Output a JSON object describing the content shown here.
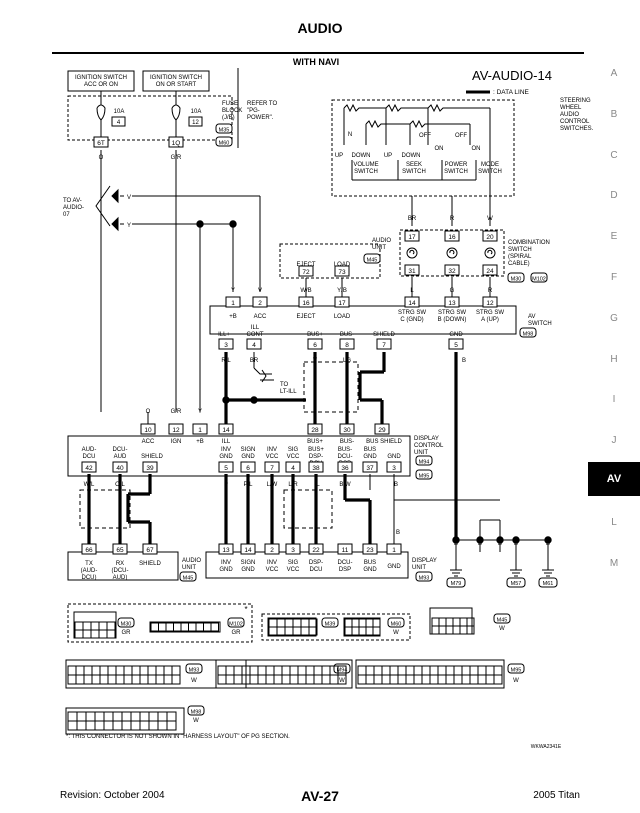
{
  "header": {
    "title": "AUDIO",
    "subtitle": "WITH NAVI",
    "diagram_id": "AV-AUDIO-14",
    "data_line_legend": ": DATA LINE"
  },
  "side_index": [
    "A",
    "B",
    "C",
    "D",
    "E",
    "F",
    "G",
    "H",
    "I",
    "J",
    "AV",
    "L",
    "M"
  ],
  "side_index_active": "AV",
  "top_left": {
    "ign_acc": [
      "IGNITION SWITCH",
      "ACC OR ON"
    ],
    "ign_on": [
      "IGNITION SWITCH",
      "ON OR START"
    ],
    "fuse_a": "10A",
    "fuse_a_num": "4",
    "fuse_b": "10A",
    "fuse_b_num": "12",
    "fuse_block": [
      "FUSE",
      "BLOCK",
      "(J/B)"
    ],
    "conn_m35": "M35",
    "conn_m60": "M60",
    "refer": [
      "REFER TO",
      "\"PG-",
      "POWER\"."
    ],
    "pin_6t": "6T",
    "pin_1q": "1Q",
    "wire_o": "O",
    "wire_gr": "G/R",
    "to_av": [
      "TO AV-",
      "AUDIO-",
      "07"
    ],
    "v": "V",
    "y": "Y"
  },
  "steering": {
    "title": [
      "STEERING",
      "WHEEL",
      "AUDIO",
      "CONTROL",
      "SWITCHES."
    ],
    "switch_labels": [
      "VOLUME",
      "SWITCH",
      "SEEK",
      "SWITCH",
      "POWER",
      "SWITCH",
      "MODE",
      "SWITCH"
    ],
    "positions": [
      "N",
      "UP",
      "DOWN",
      "UP",
      "DOWN",
      "OFF",
      "ON",
      "OFF",
      "ON"
    ],
    "wires": [
      "BR",
      "R",
      "W"
    ],
    "pins_top": [
      "17",
      "16",
      "20"
    ],
    "pins_bot": [
      "31",
      "32",
      "24"
    ],
    "comb_label": [
      "COMBINATION",
      "SWITCH",
      "(SPIRAL",
      "CABLE)"
    ],
    "conn_m30": "M30",
    "conn_m102": "M102",
    "wires_bot": [
      "L",
      "G",
      "R"
    ]
  },
  "audio_unit_top": {
    "label": [
      "AUDIO",
      "UNIT"
    ],
    "conn": "M45",
    "eject": "EJECT",
    "load": "LOAD",
    "pin_eject": "72",
    "pin_load": "73",
    "w_eject": "W/B",
    "w_load": "Y/B"
  },
  "av_switch": {
    "label": [
      "AV",
      "SWITCH"
    ],
    "conn": "M98",
    "pins_top": [
      "1",
      "2",
      "16",
      "17",
      "14",
      "13",
      "12"
    ],
    "wires_top": [
      "Y",
      "V",
      "W/B",
      "Y/B",
      "L",
      "G",
      "R"
    ],
    "row_top_labels": [
      "+B",
      "ACC",
      "EJECT",
      "LOAD",
      "STRG SW",
      "C (GND)",
      "STRG SW",
      "B (DOWN)",
      "STRG SW",
      "A (UP)"
    ],
    "row_bot_labels": [
      "ILL+",
      "ILL",
      "CONT",
      "BUS+",
      "BUS-",
      "SHIELD",
      "GND"
    ],
    "pins_bot": [
      "3",
      "4",
      "6",
      "8",
      "7",
      "5"
    ],
    "wires_bot": [
      "R/L",
      "BR",
      "V",
      "LG",
      "B"
    ]
  },
  "to_lt_ill": [
    "TO",
    "LT-ILL"
  ],
  "display_control": {
    "label": [
      "DISPLAY",
      "CONTROL",
      "UNIT"
    ],
    "conn_a": "M94",
    "conn_b": "M95",
    "wires_top": [
      "O",
      "G/R",
      "Y"
    ],
    "pins_top": [
      "10",
      "12",
      "1",
      "14",
      "28",
      "30",
      "29"
    ],
    "labels_top": [
      "ACC",
      "IGN",
      "+B",
      "ILL",
      "BUS+",
      "BUS-",
      "BUS SHIELD"
    ],
    "labels_bot": [
      "AUD-",
      "DCU",
      "DCU-",
      "AUD",
      "SHIELD",
      "INV",
      "GND",
      "SIGN",
      "GND",
      "INV",
      "VCC",
      "SIG",
      "VCC",
      "BUS+",
      "DSP-",
      "DCU",
      "BUS-",
      "DCU-",
      "DSP",
      "BUS",
      "GND",
      "GND"
    ],
    "pins_bot": [
      "42",
      "40",
      "39",
      "5",
      "6",
      "7",
      "4",
      "38",
      "36",
      "37",
      "3"
    ],
    "wires_bot": [
      "W/L",
      "O/L",
      "P",
      "P/L",
      "L/W",
      "L/R",
      "L",
      "B/W",
      "B"
    ]
  },
  "audio_unit_bot": {
    "pins": [
      "66",
      "65",
      "67"
    ],
    "labels": [
      "TX",
      "(AUD-",
      "DCU)",
      "RX",
      "(DCU-",
      "AUD)",
      "SHIELD"
    ],
    "label": [
      "AUDIO",
      "UNIT"
    ],
    "conn": "M45"
  },
  "display_unit": {
    "label": [
      "DISPLAY",
      "UNIT"
    ],
    "conn": "M93",
    "pins": [
      "13",
      "14",
      "2",
      "3",
      "22",
      "11",
      "23",
      "1"
    ],
    "labels": [
      "INV",
      "GND",
      "SIGN",
      "GND",
      "INV",
      "VCC",
      "SIG",
      "VCC",
      "DSP-",
      "DCU",
      "DCU-",
      "DSP",
      "BUS",
      "GND",
      "GND"
    ]
  },
  "grounds": [
    "M79",
    "M57",
    "M61"
  ],
  "ground_wire": "B",
  "connectors": {
    "m30": "M30",
    "m102": "M102",
    "m39": "M39",
    "m60": "M60",
    "m45": "M45",
    "m93": "M93",
    "m94": "M94",
    "m95": "M95",
    "m98": "M98",
    "gr": "GR",
    "w": "W",
    "star": "*"
  },
  "note": "*: THIS CONNECTOR IS NOT SHOWN IN \"HARNESS LAYOUT\" OF PG SECTION.",
  "ref_code": "WKWA2341E",
  "footer": {
    "left": "Revision: October 2004",
    "center": "AV-27",
    "right": "2005 Titan"
  }
}
